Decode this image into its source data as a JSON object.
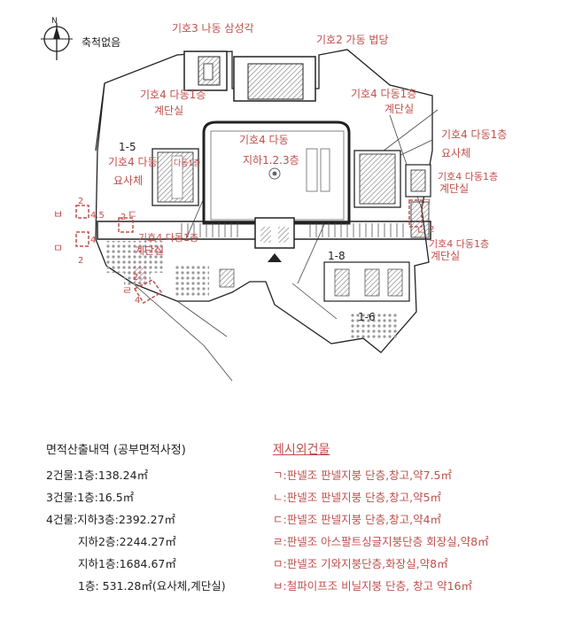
{
  "scale_note": "축척없음",
  "labels": {
    "b3": "기호3 나동 삼성각",
    "b2": "기호2 가동 법당",
    "stair_l": "기호4 다동1층",
    "stair_l2": "계단실",
    "stair_r": "기호4 다동1층",
    "stair_r2": "계단실",
    "main_a": "기호4 다동",
    "main_b": "지하1.2.3층",
    "b4_left_a": "기호4 다동",
    "b4_left_a2": "다동1층",
    "b4_left_b": "요사체",
    "b4_right_a": "기호4 다동1층",
    "b4_right_b": "요사체",
    "stair_far_r": "기호4 다동1층",
    "stair_far_r2": "계단실",
    "stair_bl": "기호4 다동1층",
    "stair_bl2": "계단실",
    "stair_br": "기호4 다동1층",
    "stair_br2": "계단실",
    "lot15": "1-5",
    "lot18": "1-8",
    "lot16": "1-6",
    "mk_bieup": "ㅂ",
    "mk_mieum": "ㅁ",
    "mk_rieul": "ㄹ",
    "mk_giyeok": "ㄱ",
    "mk_nieun": "ㄴ",
    "mk_digeut": "ㄷ",
    "d_45": "4.5",
    "d_2": "2",
    "d_4": "4"
  },
  "area": {
    "title": "면적산출내역 (공부면적사정)",
    "rows": [
      "2건물:1층:138.24㎡",
      "3건물:1층:16.5㎡",
      "4건물:지하3층:2392.27㎡",
      "지하2층:2244.27㎡",
      "지하1층:1684.67㎡",
      "1층: 531.28㎡(요사체,계단실)"
    ]
  },
  "excluded": {
    "title": "제시외건물",
    "rows": [
      "ㄱ:판넬조 판넬지붕 단층,창고,약7.5㎡",
      "ㄴ:판넬조 판넬지붕 단층,창고,약5㎡",
      "ㄷ:판넬조 판넬지붕 단층,창고,약4㎡",
      "ㄹ:판넬조 아스팔트싱글지붕단층 회장실,약8㎡",
      "ㅁ:판넬조 기와지붕단층,화장실,약8㎡",
      "ㅂ:철파이프조 비닐지붕 단층, 창고 약16㎡"
    ]
  },
  "colors": {
    "label_red": "#c0504d",
    "line": "#222222",
    "hatch": "#888888"
  }
}
